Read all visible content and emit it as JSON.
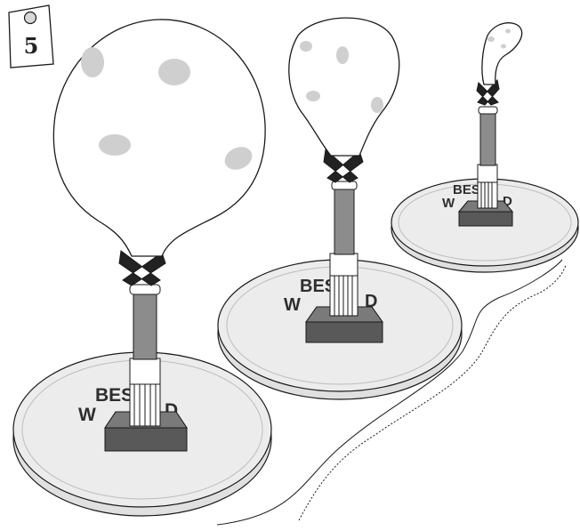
{
  "step_tag": {
    "number": "5"
  },
  "stand_print": {
    "line1": "BES",
    "line2": "W",
    "line3": "D"
  },
  "colors": {
    "outline": "#1a1a1a",
    "base_fill": "#e9e9e9",
    "post_fill": "#8c8c8c",
    "block_fill": "#5a5a5a",
    "spot_fill": "#c8c8c8",
    "tie_fill": "#222222"
  }
}
